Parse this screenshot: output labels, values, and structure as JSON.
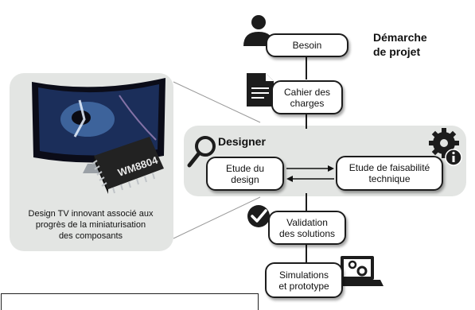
{
  "diagram": {
    "title_line1": "Démarche",
    "title_line2": "de projet",
    "designer_label": "Designer",
    "steps": {
      "besoin": "Besoin",
      "cahier_line1": "Cahier des",
      "cahier_line2": "charges",
      "etude_design_line1": "Etude du",
      "etude_design_line2": "design",
      "faisabilite_line1": "Etude de faisabilité",
      "faisabilite_line2": "technique",
      "validation_line1": "Validation",
      "validation_line2": "des solutions",
      "simulation_line1": "Simulations",
      "simulation_line2": "et prototype"
    },
    "tv_caption_line1": "Design TV innovant associé aux",
    "tv_caption_line2": "progrès de la miniaturisation",
    "tv_caption_line3": "des composants",
    "chip_label": "WM8804"
  },
  "colors": {
    "panel": "#e3e5e3",
    "ink": "#1c1c1c"
  }
}
